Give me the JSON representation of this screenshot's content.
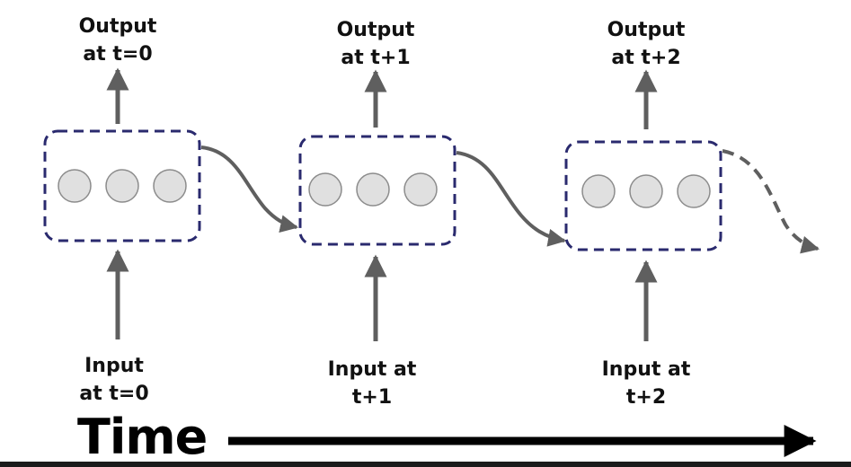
{
  "colors": {
    "box_border": "#2a2a6e",
    "arrow": "#5f5f5f",
    "node_fill": "#e0e0e0",
    "node_stroke": "#8c8c8c",
    "time_arrow": "#000000"
  },
  "steps": [
    {
      "output_line1": "Output",
      "output_line2": "at t=0",
      "input_line1": "Input",
      "input_line2": "at t=0"
    },
    {
      "output_line1": "Output",
      "output_line2": "at t+1",
      "input_line1": "Input at",
      "input_line2": "t+1"
    },
    {
      "output_line1": "Output",
      "output_line2": "at t+2",
      "input_line1": "Input at",
      "input_line2": "t+2"
    }
  ],
  "time_label": "Time"
}
